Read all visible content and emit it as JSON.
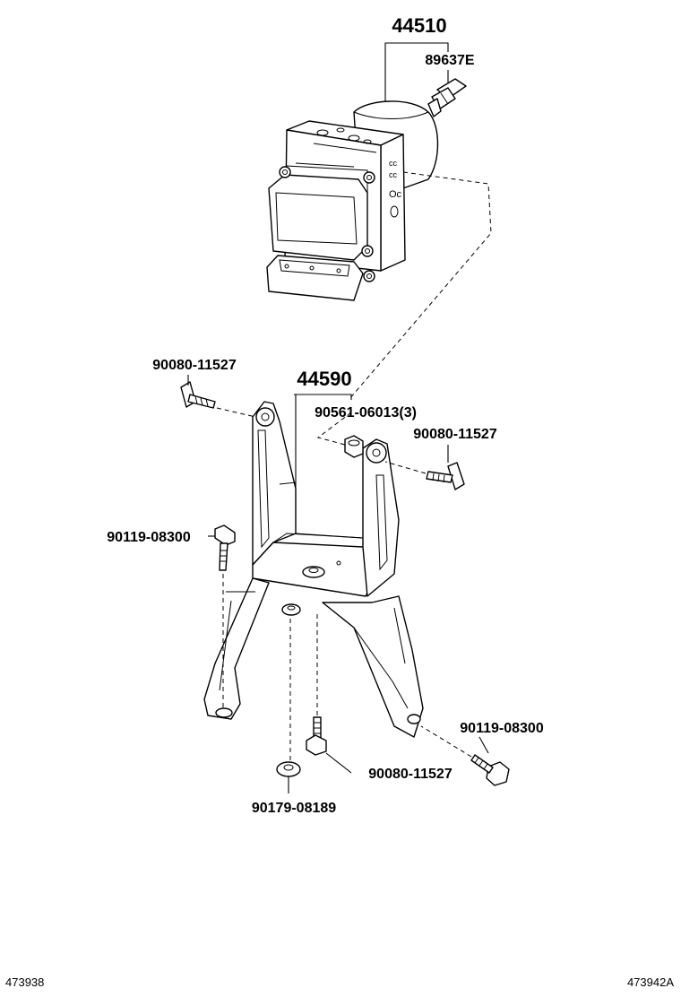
{
  "labels": {
    "actuator_assy": "44510",
    "sensor": "89637E",
    "bracket": "44590",
    "bolt_top_left": "90080-11527",
    "nut_center": "90561-06013(3)",
    "bolt_top_right": "90080-11527",
    "bolt_left": "90119-08300",
    "bolt_right_lower": "90119-08300",
    "bolt_bottom": "90080-11527",
    "washer_bottom": "90179-08189"
  },
  "footer": {
    "left_code": "473938",
    "right_code": "473942A"
  }
}
